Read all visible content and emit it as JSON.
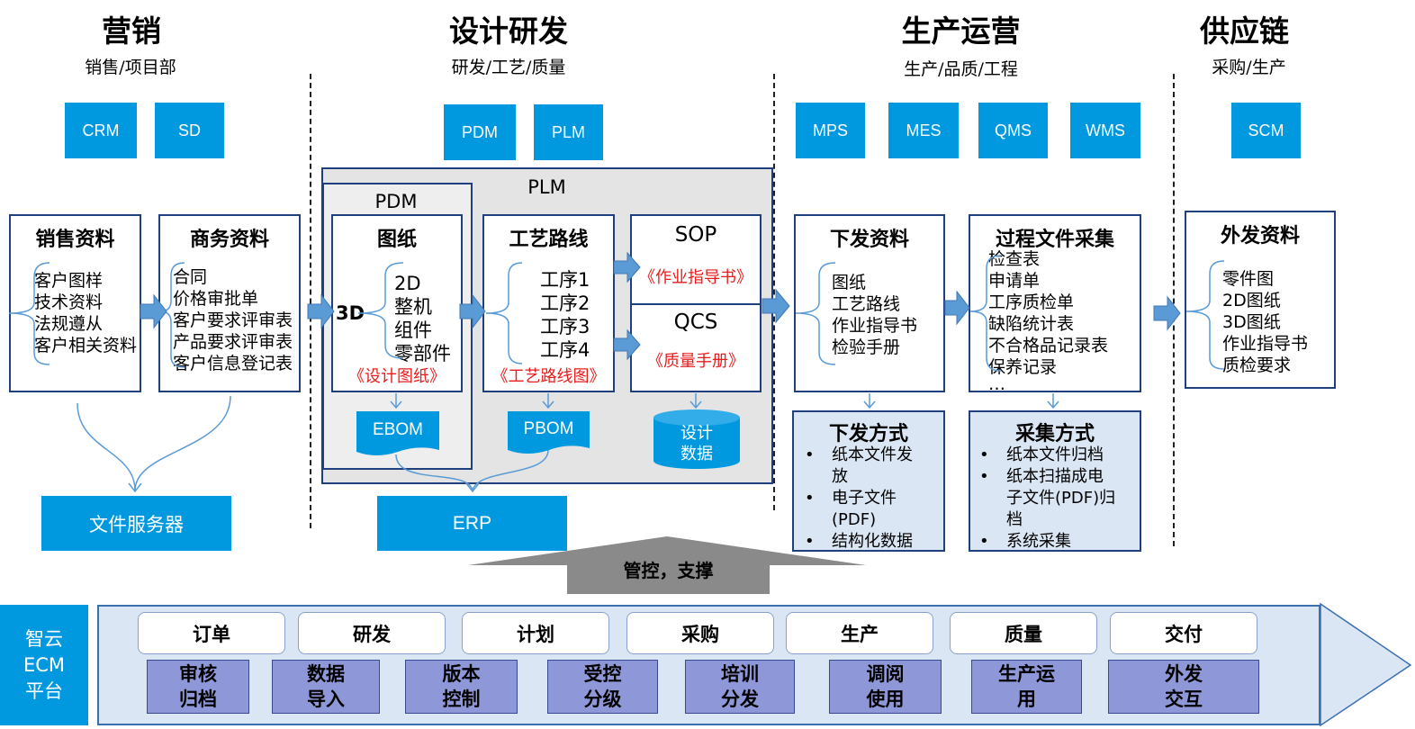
{
  "columns": [
    {
      "title": "营销",
      "sub": "销售/项目部"
    },
    {
      "title": "设计研发",
      "sub": "研发/工艺/质量"
    },
    {
      "title": "生产运营",
      "sub": "生产/品质/工程"
    },
    {
      "title": "供应链",
      "sub": "采购/生产"
    }
  ],
  "systems": [
    "CRM",
    "SD",
    "PDM",
    "PLM",
    "MPS",
    "MES",
    "QMS",
    "WMS",
    "SCM"
  ],
  "plm_label": "PLM",
  "pdm_label": "PDM",
  "sales": {
    "title": "销售资料",
    "items": [
      "客户图样",
      "技术资料",
      "法规遵从",
      "客户相关资料"
    ]
  },
  "business": {
    "title": "商务资料",
    "items": [
      "合同",
      "价格审批单",
      "客户要求评审表",
      "产品要求评审表",
      "客户信息登记表"
    ]
  },
  "drawing": {
    "title": "图纸",
    "lead": "3D",
    "items": [
      "2D",
      "整机",
      "组件",
      "零部件"
    ],
    "doc": "《设计图纸》"
  },
  "route": {
    "title": "工艺路线",
    "items": [
      "工序1",
      "工序2",
      "工序3",
      "工序4"
    ],
    "doc": "《工艺路线图》"
  },
  "sop": {
    "title": "SOP",
    "doc": "《作业指导书》"
  },
  "qcs": {
    "title": "QCS",
    "doc": "《质量手册》"
  },
  "ebom": "EBOM",
  "pbom": "PBOM",
  "design_data": [
    "设计",
    "数据"
  ],
  "issue": {
    "title": "下发资料",
    "items": [
      "图纸",
      "工艺路线",
      "作业指导书",
      "检验手册"
    ]
  },
  "process": {
    "title": "过程文件采集",
    "items": [
      "检查表",
      "申请单",
      "工序质检单",
      "缺陷统计表",
      "不合格品记录表",
      "保养记录",
      "…"
    ]
  },
  "outsource": {
    "title": "外发资料",
    "items": [
      "零件图",
      "2D图纸",
      "3D图纸",
      "作业指导书",
      "质检要求"
    ]
  },
  "issue_method": {
    "title": "下发方式",
    "items": [
      [
        "纸本文件发",
        "放"
      ],
      [
        "电子文件",
        "(PDF)"
      ],
      [
        "结构化数据"
      ]
    ]
  },
  "collect_method": {
    "title": "采集方式",
    "items": [
      [
        "纸本文件归档"
      ],
      [
        "纸本扫描成电",
        "子文件(PDF)归",
        "档"
      ],
      [
        "系统采集"
      ]
    ]
  },
  "file_server": "文件服务器",
  "erp": "ERP",
  "support": "管控，支撑",
  "platform": [
    "智云",
    "ECM",
    "平台"
  ],
  "tabs": [
    "订单",
    "研发",
    "计划",
    "采购",
    "生产",
    "质量",
    "交付"
  ],
  "functions": [
    [
      "审核",
      "归档"
    ],
    [
      "数据",
      "导入"
    ],
    [
      "版本",
      "控制"
    ],
    [
      "受控",
      "分级"
    ],
    [
      "培训",
      "分发"
    ],
    [
      "调阅",
      "使用"
    ],
    [
      "生产运",
      "用"
    ],
    [
      "外发",
      "交互"
    ]
  ],
  "colors": {
    "accent": "#0099e0",
    "panel_border": "#1f3f7f",
    "arrow": "#5b9bd5",
    "red": "#e81c1c",
    "light_blue": "#dbe6f4",
    "func": "#8e98d8"
  }
}
